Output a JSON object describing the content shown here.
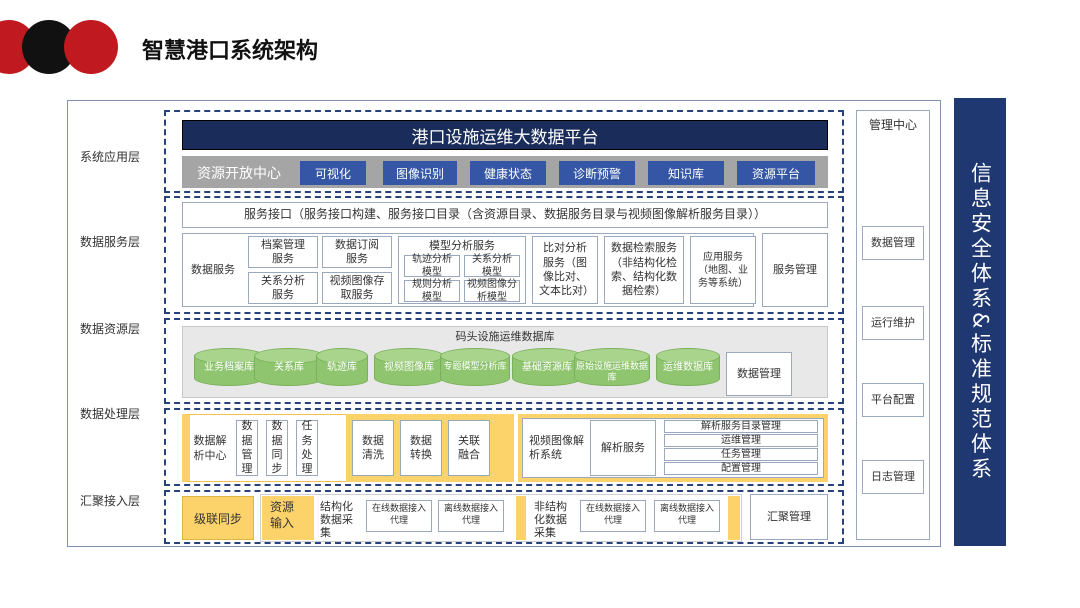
{
  "header": {
    "title": "智慧港口系统架构"
  },
  "colors": {
    "navy": "#1a2d5a",
    "tab_blue": "#3456a4",
    "green": "#8fc56f",
    "yellow": "#fcd36a",
    "red": "#c0191f"
  },
  "layers": [
    "系统应用层",
    "数据服务层",
    "数据资源层",
    "数据处理层",
    "汇聚接入层"
  ],
  "app": {
    "platform_title": "港口设施运维大数据平台",
    "open_center": "资源开放中心",
    "tabs": [
      "可视化",
      "图像识别",
      "健康状态",
      "诊断预警",
      "知识库",
      "资源平台"
    ]
  },
  "service": {
    "interface": "服务接口（服务接口构建、服务接口目录（含资源目录、数据服务目录与视频图像解析服务目录））",
    "data_service": "数据服务",
    "archive": "档案管理服务",
    "subscribe": "数据订阅服务",
    "relation": "关系分析服务",
    "video_store": "视频图像存取服务",
    "model_title": "模型分析服务",
    "models": [
      "轨迹分析模型",
      "关系分析模型",
      "规则分析模型",
      "视频图像分析模型"
    ],
    "compare": "比对分析服务（图像比对、文本比对）",
    "search": "数据检索服务（非结构化检索、结构化数据检索）",
    "app_service": "应用服务（地图、业务等系统）",
    "manage": "服务管理"
  },
  "resource": {
    "db_title": "码头设施运维数据库",
    "cylinders": [
      "业务档案库",
      "关系库",
      "轨迹库",
      "视频图像库",
      "专题模型分析库",
      "基础资源库",
      "原始设施运维数据库",
      "运维数据库"
    ],
    "manage": "数据管理"
  },
  "processing": {
    "center": "数据解析中心",
    "items": [
      "数据管理",
      "数据同步",
      "任务处理"
    ],
    "clean": "数据清洗",
    "convert": "数据转换",
    "fuse": "关联融合",
    "video_sys": "视频图像解析系统",
    "parse": "解析服务",
    "mgmt": [
      "解析服务目录管理",
      "运维管理",
      "任务管理",
      "配置管理"
    ]
  },
  "ingest": {
    "cascade": "级联同步",
    "resource_input": "资源输入",
    "structured": "结构化数据采集",
    "online1": "在线数据接入代理",
    "offline1": "离线数据接入代理",
    "unstructured": "非结构化数据采集",
    "online2": "在线数据接入代理",
    "offline2": "离线数据接入代理",
    "manage": "汇聚管理"
  },
  "mgmt_center": {
    "title": "管理中心",
    "items": [
      "数据管理",
      "运行维护",
      "平台配置",
      "日志管理"
    ]
  },
  "security": "信息安全体系&标准规范体系"
}
